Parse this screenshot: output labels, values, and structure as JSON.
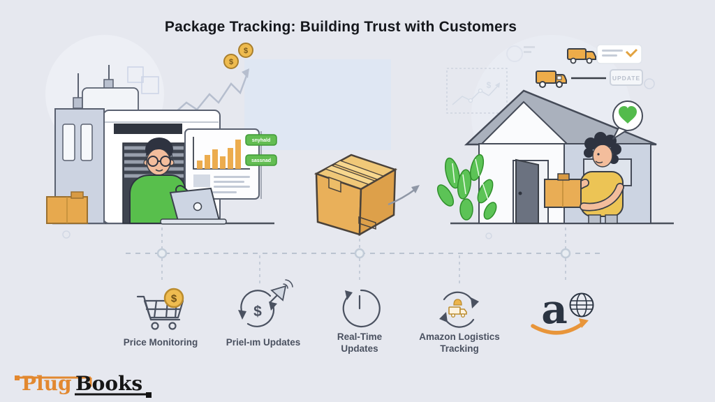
{
  "title": "Package Tracking: Building Trust with Customers",
  "brand": {
    "plug": "Plug",
    "books": "Books"
  },
  "badges": {
    "update": "UPDATE"
  },
  "dashboard": {
    "pill1": "snyhald",
    "pill2": "sassnad"
  },
  "symbols": {
    "dollar": "$",
    "amazon_letter": "a"
  },
  "features": [
    {
      "label": "Price Monitoring",
      "icon": "cart-dollar-icon"
    },
    {
      "label": "Priel-ım Updates",
      "icon": "refresh-dollar-satellite-icon"
    },
    {
      "label": "Real-Time Updates",
      "icon": "clock-refresh-icon"
    },
    {
      "label": "Amazon Logistics Tracking",
      "icon": "truck-refresh-icon"
    },
    {
      "label": "",
      "icon": "amazon-globe-icon"
    }
  ],
  "colors": {
    "background": "#e6e8ef",
    "accent_orange": "#e8ab52",
    "accent_green": "#5cbf4e",
    "coin_gold": "#efbc50",
    "ink": "#3a3f47",
    "label_gray": "#4a5160",
    "amazon_navy": "#2b3442",
    "amazon_smile": "#e8953a"
  }
}
